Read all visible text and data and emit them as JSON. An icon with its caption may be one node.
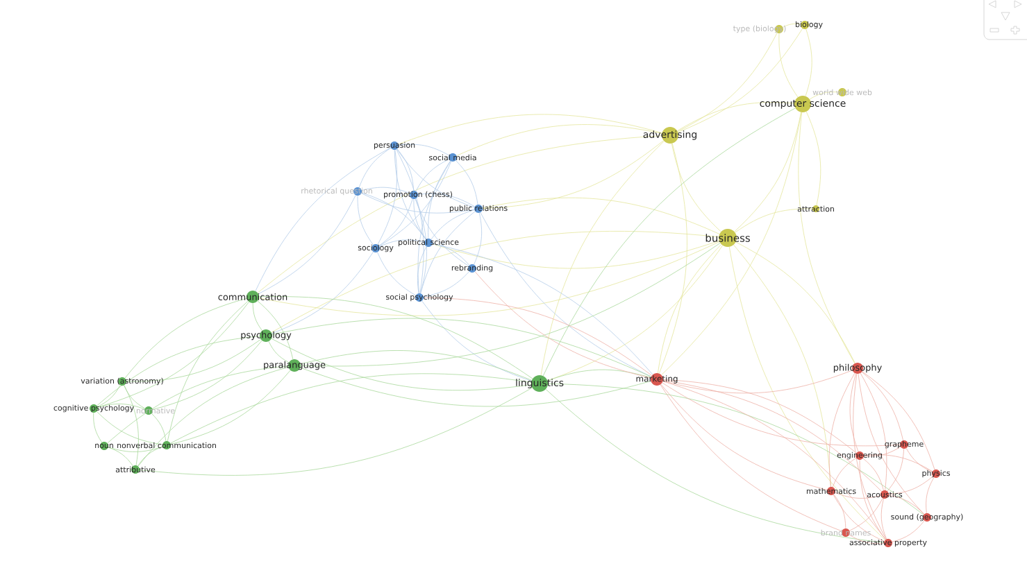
{
  "diagram": {
    "nodes": [
      {
        "text": [
          "type (biology)"
        ]
      },
      {
        "text": [
          "biology"
        ]
      },
      {
        "text": [
          "world wide web"
        ]
      },
      {
        "text": [
          "computer science"
        ]
      },
      {
        "text": [
          "advertising"
        ]
      },
      {
        "text": [
          "persuasion"
        ]
      },
      {
        "text": [
          "social media"
        ]
      },
      {
        "text": [
          "rhetorical question"
        ]
      },
      {
        "text": [
          "promotion (chess)"
        ]
      },
      {
        "text": [
          "public relations"
        ]
      },
      {
        "text": [
          "attraction"
        ]
      },
      {
        "text": [
          "business"
        ]
      },
      {
        "text": [
          "sociology"
        ]
      },
      {
        "text": [
          "political science"
        ]
      },
      {
        "text": [
          "rebranding"
        ]
      },
      {
        "text": [
          "communication"
        ]
      },
      {
        "text": [
          "social psychology"
        ]
      },
      {
        "text": [
          "psychology"
        ]
      },
      {
        "text": [
          "paralanguage"
        ]
      },
      {
        "text": [
          "philosophy"
        ]
      },
      {
        "text": [
          "variation (astronomy)"
        ]
      },
      {
        "text": [
          "linguistics"
        ]
      },
      {
        "text": [
          "marketing"
        ]
      },
      {
        "text": [
          "cognitive psychology"
        ]
      },
      {
        "text": [
          "normative"
        ]
      },
      {
        "text": [
          "noun"
        ]
      },
      {
        "text": [
          "nonverbal communication"
        ]
      },
      {
        "text": [
          "grapheme"
        ]
      },
      {
        "text": [
          "engineering"
        ]
      },
      {
        "text": [
          "attributive"
        ]
      },
      {
        "text": [
          "physics"
        ]
      },
      {
        "text": [
          "mathematics"
        ]
      },
      {
        "text": [
          "acoustics"
        ]
      },
      {
        "text": [
          "sound (geography)"
        ]
      },
      {
        "text": [
          "brand names"
        ]
      },
      {
        "text": [
          "associative property"
        ]
      }
    ],
    "edges": [
      {
        "from": 0,
        "to": 1,
        "arrow": "none",
        "color": "#e4e69c"
      },
      {
        "from": 0,
        "to": 3,
        "arrow": "none",
        "color": "#e4e69c"
      },
      {
        "from": 1,
        "to": 3,
        "arrow": "none",
        "color": "#e4e69c"
      },
      {
        "from": 2,
        "to": 3,
        "arrow": "none",
        "color": "#e4e69c"
      },
      {
        "from": 0,
        "to": 4,
        "arrow": "none",
        "color": "#e4e69c"
      },
      {
        "from": 3,
        "to": 4,
        "arrow": "none",
        "color": "#e4e69c"
      },
      {
        "from": 3,
        "to": 11,
        "arrow": "none",
        "color": "#e4e69c"
      },
      {
        "from": 4,
        "to": 11,
        "arrow": "none",
        "color": "#e4e69c"
      },
      {
        "from": 1,
        "to": 4,
        "arrow": "none",
        "color": "#e4e69c"
      },
      {
        "from": 10,
        "to": 11,
        "arrow": "none",
        "color": "#e4e69c"
      },
      {
        "from": 3,
        "to": 10,
        "arrow": "none",
        "color": "#e4e69c"
      },
      {
        "from": 4,
        "to": 21,
        "arrow": "none",
        "color": "#e4e69c"
      },
      {
        "from": 11,
        "to": 21,
        "arrow": "none",
        "color": "#e4e69c"
      },
      {
        "from": 11,
        "to": 22,
        "arrow": "none",
        "color": "#e4e69c"
      },
      {
        "from": 4,
        "to": 22,
        "arrow": "none",
        "color": "#e4e69c"
      },
      {
        "from": 3,
        "to": 19,
        "arrow": "none",
        "color": "#e4e69c"
      },
      {
        "from": 11,
        "to": 19,
        "arrow": "none",
        "color": "#e4e69c"
      },
      {
        "from": 4,
        "to": 5,
        "arrow": "none",
        "color": "#e4e69c"
      },
      {
        "from": 4,
        "to": 9,
        "arrow": "none",
        "color": "#e4e69c"
      },
      {
        "from": 11,
        "to": 9,
        "arrow": "none",
        "color": "#e4e69c"
      },
      {
        "from": 11,
        "to": 13,
        "arrow": "none",
        "color": "#e4e69c"
      },
      {
        "from": 4,
        "to": 15,
        "arrow": "none",
        "color": "#e4e69c"
      },
      {
        "from": 11,
        "to": 15,
        "arrow": "none",
        "color": "#e4e69c"
      },
      {
        "from": 11,
        "to": 17,
        "arrow": "none",
        "color": "#e4e69c"
      },
      {
        "from": 3,
        "to": 22,
        "arrow": "none",
        "color": "#e4e69c"
      },
      {
        "from": 11,
        "to": 35,
        "arrow": "none",
        "color": "#e4e69c"
      },
      {
        "from": 11,
        "to": 31,
        "arrow": "none",
        "color": "#e4e69c"
      },
      {
        "from": 4,
        "to": 6,
        "arrow": "none",
        "color": "#e4e69c"
      },
      {
        "from": 5,
        "to": 6,
        "arrow": "none",
        "color": "#b2cbe8"
      },
      {
        "from": 5,
        "to": 7,
        "arrow": "none",
        "color": "#b2cbe8"
      },
      {
        "from": 5,
        "to": 8,
        "arrow": "none",
        "color": "#b2cbe8"
      },
      {
        "from": 5,
        "to": 9,
        "arrow": "none",
        "color": "#b2cbe8"
      },
      {
        "from": 5,
        "to": 12,
        "arrow": "none",
        "color": "#b2cbe8"
      },
      {
        "from": 5,
        "to": 13,
        "arrow": "none",
        "color": "#b2cbe8"
      },
      {
        "from": 5,
        "to": 16,
        "arrow": "none",
        "color": "#b2cbe8"
      },
      {
        "from": 6,
        "to": 8,
        "arrow": "none",
        "color": "#b2cbe8"
      },
      {
        "from": 6,
        "to": 9,
        "arrow": "none",
        "color": "#b2cbe8"
      },
      {
        "from": 6,
        "to": 13,
        "arrow": "none",
        "color": "#b2cbe8"
      },
      {
        "from": 6,
        "to": 12,
        "arrow": "none",
        "color": "#b2cbe8"
      },
      {
        "from": 6,
        "to": 16,
        "arrow": "none",
        "color": "#b2cbe8"
      },
      {
        "from": 7,
        "to": 8,
        "arrow": "none",
        "color": "#b2cbe8"
      },
      {
        "from": 7,
        "to": 12,
        "arrow": "none",
        "color": "#b2cbe8"
      },
      {
        "from": 7,
        "to": 13,
        "arrow": "none",
        "color": "#b2cbe8"
      },
      {
        "from": 7,
        "to": 9,
        "arrow": "none",
        "color": "#b2cbe8"
      },
      {
        "from": 8,
        "to": 9,
        "arrow": "none",
        "color": "#b2cbe8"
      },
      {
        "from": 8,
        "to": 13,
        "arrow": "none",
        "color": "#b2cbe8"
      },
      {
        "from": 8,
        "to": 12,
        "arrow": "none",
        "color": "#b2cbe8"
      },
      {
        "from": 8,
        "to": 14,
        "arrow": "none",
        "color": "#b2cbe8"
      },
      {
        "from": 8,
        "to": 16,
        "arrow": "none",
        "color": "#b2cbe8"
      },
      {
        "from": 9,
        "to": 13,
        "arrow": "none",
        "color": "#b2cbe8"
      },
      {
        "from": 9,
        "to": 14,
        "arrow": "none",
        "color": "#b2cbe8"
      },
      {
        "from": 9,
        "to": 16,
        "arrow": "none",
        "color": "#b2cbe8"
      },
      {
        "from": 12,
        "to": 13,
        "arrow": "none",
        "color": "#b2cbe8"
      },
      {
        "from": 12,
        "to": 16,
        "arrow": "none",
        "color": "#b2cbe8"
      },
      {
        "from": 13,
        "to": 14,
        "arrow": "none",
        "color": "#b2cbe8"
      },
      {
        "from": 13,
        "to": 16,
        "arrow": "none",
        "color": "#b2cbe8"
      },
      {
        "from": 14,
        "to": 16,
        "arrow": "none",
        "color": "#b2cbe8"
      },
      {
        "from": 5,
        "to": 15,
        "arrow": "none",
        "color": "#b2cbe8"
      },
      {
        "from": 7,
        "to": 15,
        "arrow": "none",
        "color": "#b2cbe8"
      },
      {
        "from": 9,
        "to": 22,
        "arrow": "none",
        "color": "#b2cbe8"
      },
      {
        "from": 13,
        "to": 22,
        "arrow": "none",
        "color": "#b2cbe8"
      },
      {
        "from": 16,
        "to": 21,
        "arrow": "none",
        "color": "#b2cbe8"
      },
      {
        "from": 12,
        "to": 17,
        "arrow": "none",
        "color": "#b2cbe8"
      },
      {
        "from": 15,
        "to": 17,
        "arrow": "none"
      },
      {
        "from": 15,
        "to": 18,
        "arrow": "none"
      },
      {
        "from": 17,
        "to": 18,
        "arrow": "none"
      },
      {
        "from": 15,
        "to": 21,
        "arrow": "none"
      },
      {
        "from": 17,
        "to": 21,
        "arrow": "none"
      },
      {
        "from": 18,
        "to": 21,
        "arrow": "none"
      },
      {
        "from": 15,
        "to": 20,
        "arrow": "none"
      },
      {
        "from": 15,
        "to": 23,
        "arrow": "none"
      },
      {
        "from": 15,
        "to": 26,
        "arrow": "none"
      },
      {
        "from": 17,
        "to": 20,
        "arrow": "none"
      },
      {
        "from": 17,
        "to": 23,
        "arrow": "none"
      },
      {
        "from": 17,
        "to": 24,
        "arrow": "none"
      },
      {
        "from": 18,
        "to": 25,
        "arrow": "none"
      },
      {
        "from": 18,
        "to": 26,
        "arrow": "none"
      },
      {
        "from": 18,
        "to": 29,
        "arrow": "none"
      },
      {
        "from": 20,
        "to": 23,
        "arrow": "none"
      },
      {
        "from": 20,
        "to": 24,
        "arrow": "none"
      },
      {
        "from": 23,
        "to": 24,
        "arrow": "none"
      },
      {
        "from": 23,
        "to": 25,
        "arrow": "none"
      },
      {
        "from": 24,
        "to": 26,
        "arrow": "none"
      },
      {
        "from": 25,
        "to": 26,
        "arrow": "none"
      },
      {
        "from": 25,
        "to": 29,
        "arrow": "none"
      },
      {
        "from": 26,
        "to": 29,
        "arrow": "none"
      },
      {
        "from": 20,
        "to": 29,
        "arrow": "none"
      },
      {
        "from": 23,
        "to": 26,
        "arrow": "none"
      },
      {
        "from": 21,
        "to": 22,
        "arrow": "none"
      },
      {
        "from": 21,
        "to": 26,
        "arrow": "none"
      },
      {
        "from": 21,
        "to": 29,
        "arrow": "none"
      },
      {
        "from": 21,
        "to": 35,
        "arrow": "none"
      },
      {
        "from": 21,
        "to": 33,
        "arrow": "none"
      },
      {
        "from": 18,
        "to": 22,
        "arrow": "none"
      },
      {
        "from": 17,
        "to": 22,
        "arrow": "none"
      },
      {
        "from": 18,
        "to": 11,
        "arrow": "none"
      },
      {
        "from": 21,
        "to": 3,
        "arrow": "none"
      },
      {
        "from": 22,
        "to": 19,
        "arrow": "none",
        "color": "#eeb0a6"
      },
      {
        "from": 22,
        "to": 28,
        "arrow": "none",
        "color": "#eeb0a6"
      },
      {
        "from": 22,
        "to": 31,
        "arrow": "none",
        "color": "#eeb0a6"
      },
      {
        "from": 22,
        "to": 32,
        "arrow": "none",
        "color": "#eeb0a6"
      },
      {
        "from": 22,
        "to": 34,
        "arrow": "none",
        "color": "#eeb0a6"
      },
      {
        "from": 22,
        "to": 35,
        "arrow": "none",
        "color": "#eeb0a6"
      },
      {
        "from": 22,
        "to": 27,
        "arrow": "none",
        "color": "#eeb0a6"
      },
      {
        "from": 19,
        "to": 27,
        "arrow": "none",
        "color": "#eeb0a6"
      },
      {
        "from": 19,
        "to": 28,
        "arrow": "none",
        "color": "#eeb0a6"
      },
      {
        "from": 19,
        "to": 30,
        "arrow": "none",
        "color": "#eeb0a6"
      },
      {
        "from": 19,
        "to": 31,
        "arrow": "none",
        "color": "#eeb0a6"
      },
      {
        "from": 19,
        "to": 32,
        "arrow": "none",
        "color": "#eeb0a6"
      },
      {
        "from": 19,
        "to": 33,
        "arrow": "none",
        "color": "#eeb0a6"
      },
      {
        "from": 27,
        "to": 28,
        "arrow": "none",
        "color": "#eeb0a6"
      },
      {
        "from": 27,
        "to": 30,
        "arrow": "none",
        "color": "#eeb0a6"
      },
      {
        "from": 27,
        "to": 32,
        "arrow": "none",
        "color": "#eeb0a6"
      },
      {
        "from": 28,
        "to": 31,
        "arrow": "none",
        "color": "#eeb0a6"
      },
      {
        "from": 28,
        "to": 32,
        "arrow": "none",
        "color": "#eeb0a6"
      },
      {
        "from": 28,
        "to": 35,
        "arrow": "none",
        "color": "#eeb0a6"
      },
      {
        "from": 28,
        "to": 30,
        "arrow": "none",
        "color": "#eeb0a6"
      },
      {
        "from": 30,
        "to": 33,
        "arrow": "none",
        "color": "#eeb0a6"
      },
      {
        "from": 30,
        "to": 32,
        "arrow": "none",
        "color": "#eeb0a6"
      },
      {
        "from": 31,
        "to": 32,
        "arrow": "none",
        "color": "#eeb0a6"
      },
      {
        "from": 31,
        "to": 34,
        "arrow": "none",
        "color": "#eeb0a6"
      },
      {
        "from": 31,
        "to": 35,
        "arrow": "none",
        "color": "#eeb0a6"
      },
      {
        "from": 32,
        "to": 33,
        "arrow": "none",
        "color": "#eeb0a6"
      },
      {
        "from": 32,
        "to": 35,
        "arrow": "none",
        "color": "#eeb0a6"
      },
      {
        "from": 33,
        "to": 35,
        "arrow": "none",
        "color": "#eeb0a6"
      },
      {
        "from": 34,
        "to": 35,
        "arrow": "none",
        "color": "#eeb0a6"
      },
      {
        "from": 32,
        "to": 34,
        "arrow": "none",
        "color": "#eeb0a6"
      },
      {
        "from": 19,
        "to": 35,
        "arrow": "none",
        "color": "#eeb0a6"
      },
      {
        "from": 22,
        "to": 14,
        "arrow": "none",
        "color": "#eeb0a6"
      },
      {
        "from": 22,
        "to": 16,
        "arrow": "none",
        "color": "#eeb0a6"
      }
    ]
  }
}
